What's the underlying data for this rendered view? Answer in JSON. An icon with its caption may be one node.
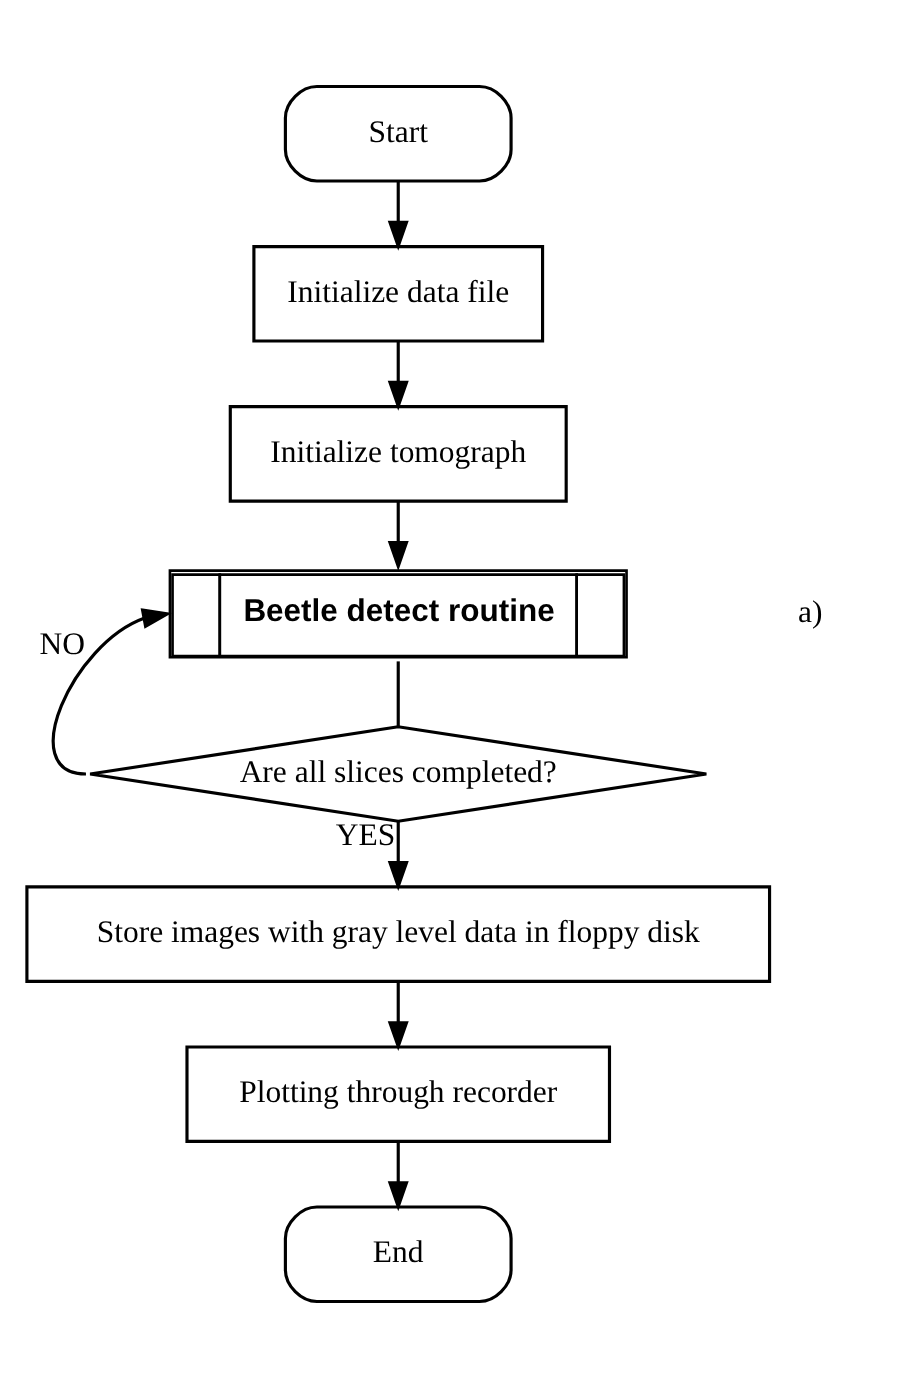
{
  "diagram": {
    "nodes": [
      {
        "text": [
          "Start"
        ]
      },
      {
        "text": [
          "Initialize data file"
        ]
      },
      {
        "text": [
          "Initialize tomograph"
        ]
      },
      {
        "text": [
          "Beetle detect routine"
        ]
      },
      {
        "text": [
          "Are all slices completed?"
        ]
      },
      {
        "text": [
          "Store images with gray level data in floppy disk"
        ]
      },
      {
        "text": [
          "Plotting through recorder"
        ]
      },
      {
        "text": [
          "End"
        ]
      }
    ],
    "edges": [
      {
        "from": 0,
        "to": 1,
        "arrow": "to"
      },
      {
        "from": 1,
        "to": 2,
        "arrow": "to"
      },
      {
        "from": 2,
        "to": 3,
        "arrow": "to"
      },
      {
        "from": 3,
        "to": 4,
        "arrow": "none"
      },
      {
        "from": 4,
        "to": 3,
        "arrow": "to",
        "label": "NO"
      },
      {
        "from": 4,
        "to": 5,
        "arrow": "to",
        "label": "YES"
      },
      {
        "from": 5,
        "to": 6,
        "arrow": "to"
      },
      {
        "from": 6,
        "to": 7,
        "arrow": "to"
      }
    ],
    "labels": [
      "a)"
    ]
  }
}
